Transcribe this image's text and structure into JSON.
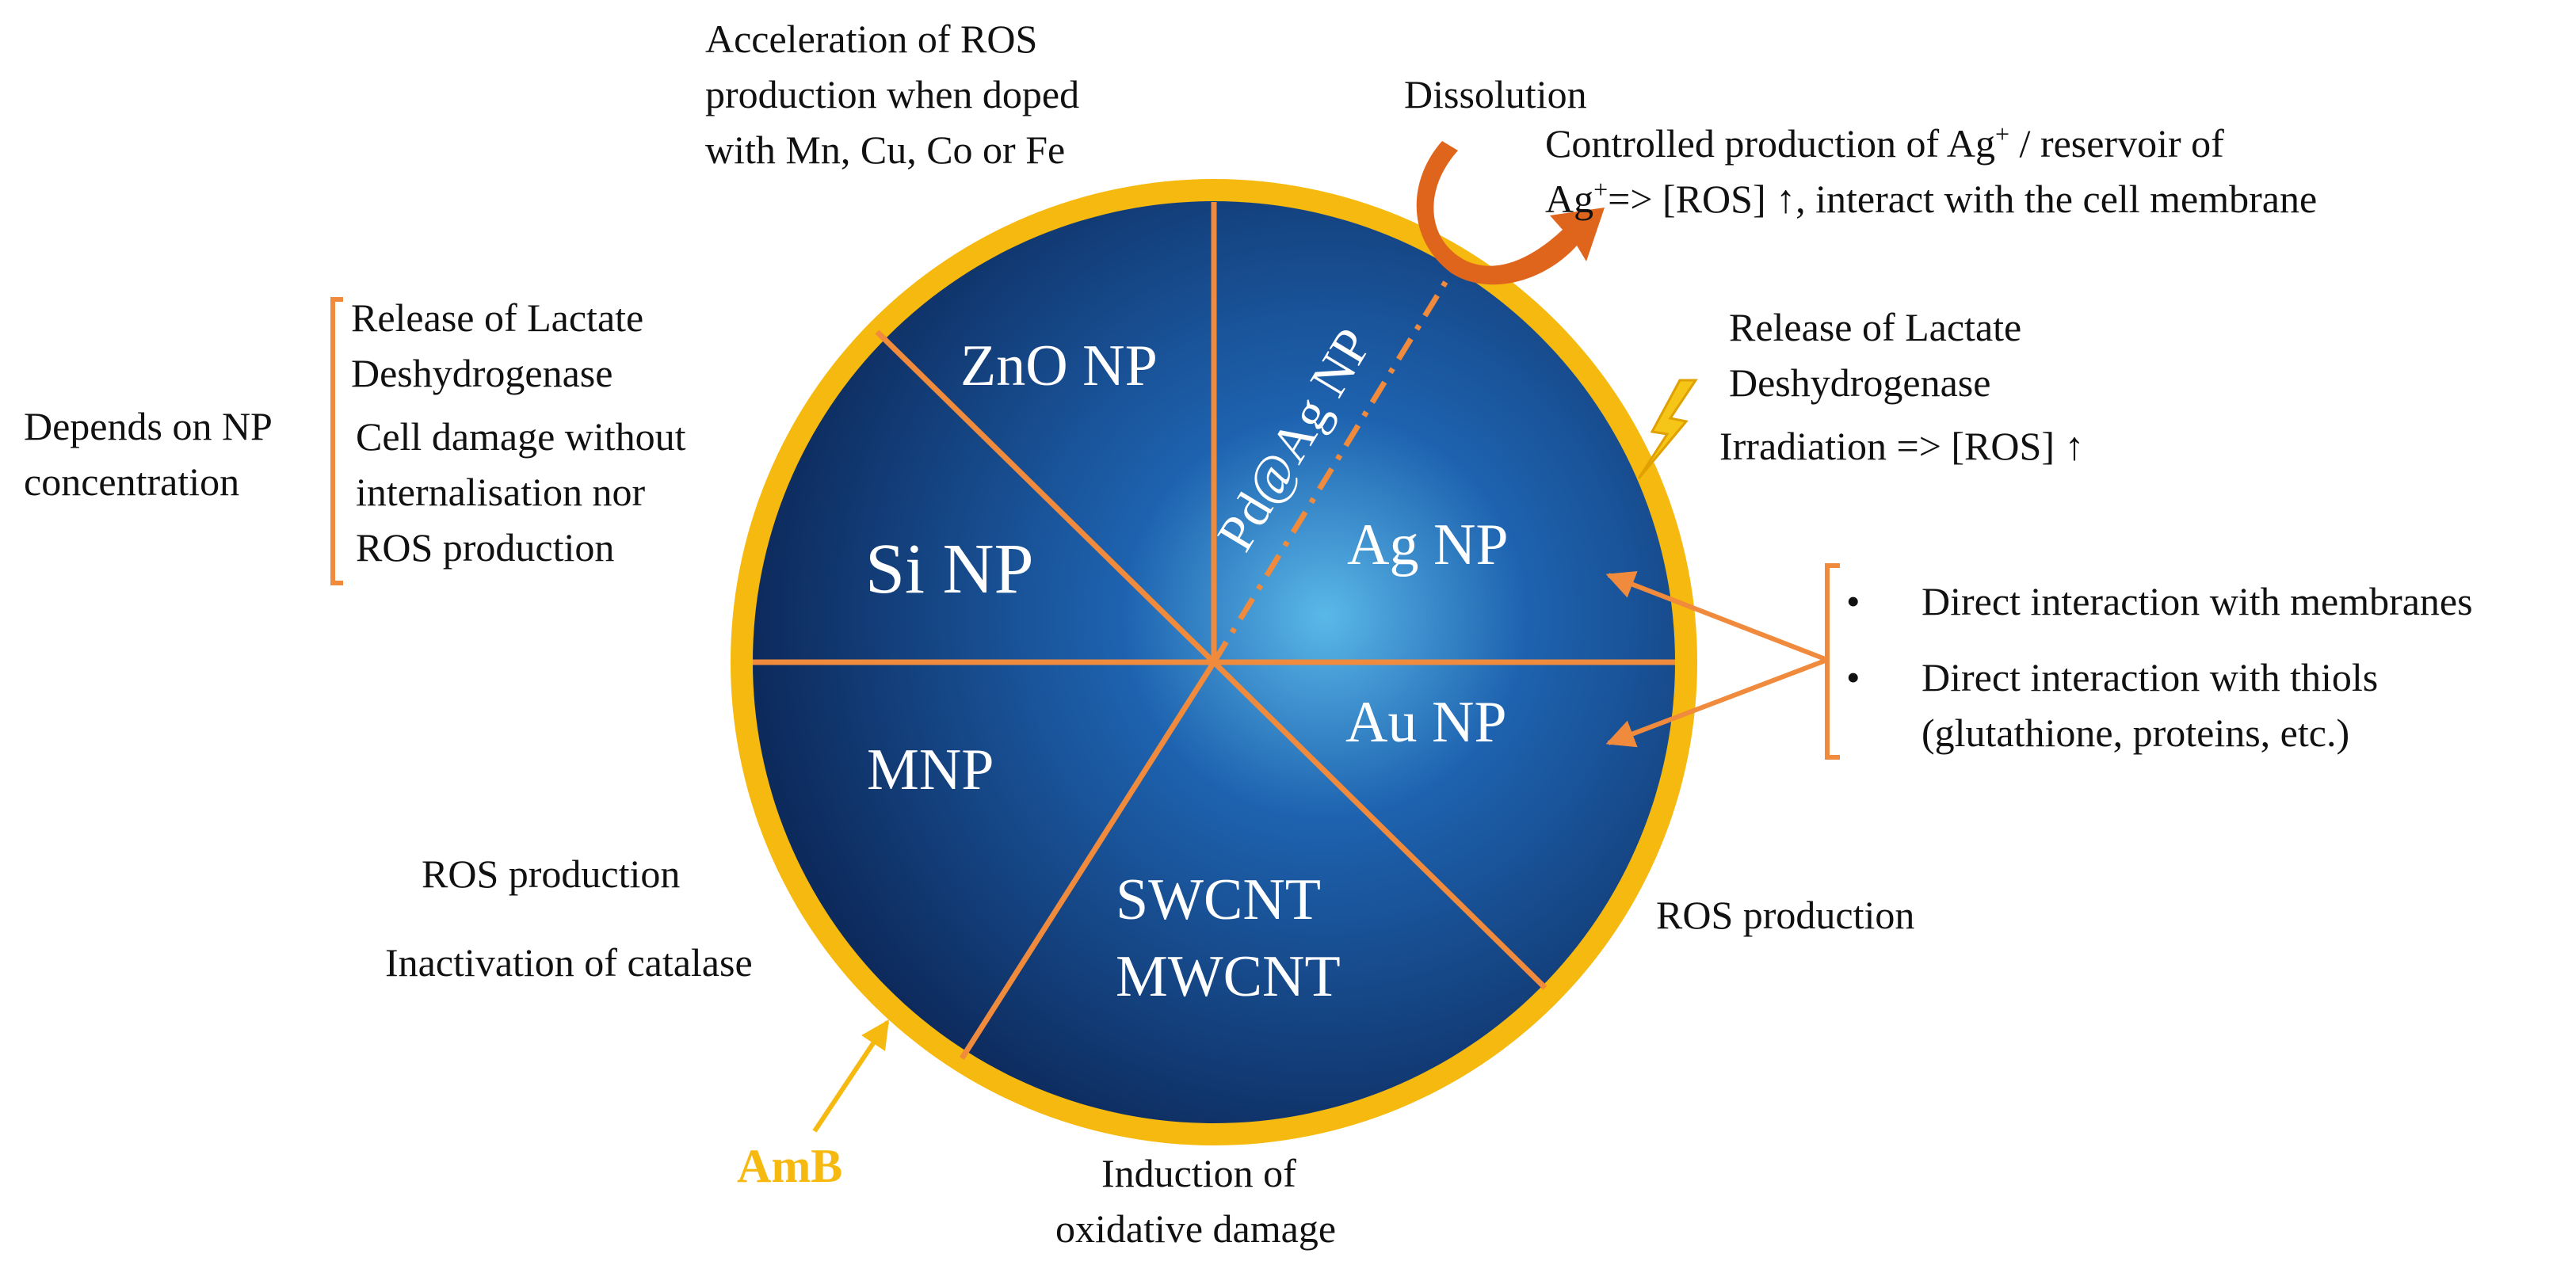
{
  "colors": {
    "ring": "#F5B90F",
    "disc_inner": "#5AB8E8",
    "disc_outer": "#0D2A5C",
    "divider": "#F08A3C",
    "bracket": "#F08A3C",
    "dissolution_arrow": "#E0651C",
    "amb_label": "#F5B90F",
    "segment_text": "#FFFFFF"
  },
  "segments": {
    "zno": "ZnO NP",
    "pdag": "Pd@Ag NP",
    "si": "Si NP",
    "ag": "Ag NP",
    "au": "Au NP",
    "mnp": "MNP",
    "cnt_line1": "SWCNT",
    "cnt_line2": "MWCNT"
  },
  "annotations": {
    "zno_doping": [
      "Acceleration  of  ROS",
      "production  when  doped",
      "with Mn, Cu, Co or Fe"
    ],
    "dissolution": "Dissolution",
    "ag_release": {
      "line1": "Controlled  production  of  Ag",
      "sup1": "+",
      "line1_end": " / reservoir  of",
      "line2_start": "Ag",
      "sup2": "+",
      "line2_end": "=>  [ROS] ↑, interact  with  the  cell membrane"
    },
    "si_left": {
      "depends": [
        "Depends on NP",
        "concentration"
      ],
      "effects": [
        "Release of Lactate",
        "Deshydrogenase",
        "Cell damage  without",
        "internalisation  nor",
        "ROS production"
      ]
    },
    "ag_right": [
      "Release of Lactate",
      "Deshydrogenase",
      "Irradiation  =>  [ROS] ↑"
    ],
    "bullets": [
      "Direct interaction  with membranes",
      "Direct interaction  with thiols",
      "(glutathione,  proteins,  etc.)"
    ],
    "bullet_marker": "•",
    "mnp_left": [
      "ROS production",
      "Inactivation  of  catalase"
    ],
    "cnt_right": "ROS production",
    "cnt_bottom": [
      "Induction  of",
      "oxidative damage"
    ],
    "amb": "AmB"
  }
}
